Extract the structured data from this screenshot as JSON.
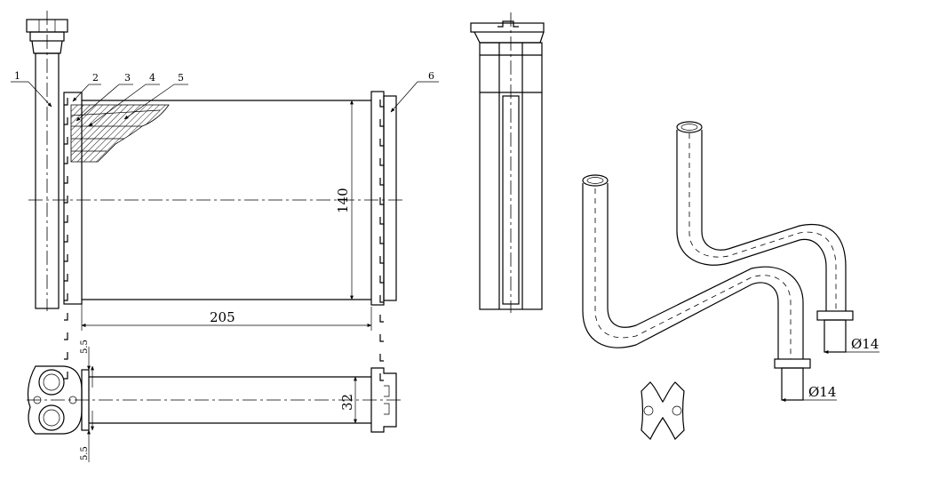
{
  "callouts": [
    "1",
    "2",
    "3",
    "4",
    "5",
    "6"
  ],
  "dimensions": {
    "height": "140",
    "width": "205",
    "depth": "32",
    "offset_top": "5.5",
    "offset_bottom": "5.5",
    "pipe_dia_1": "Ø14",
    "pipe_dia_2": "Ø14"
  }
}
